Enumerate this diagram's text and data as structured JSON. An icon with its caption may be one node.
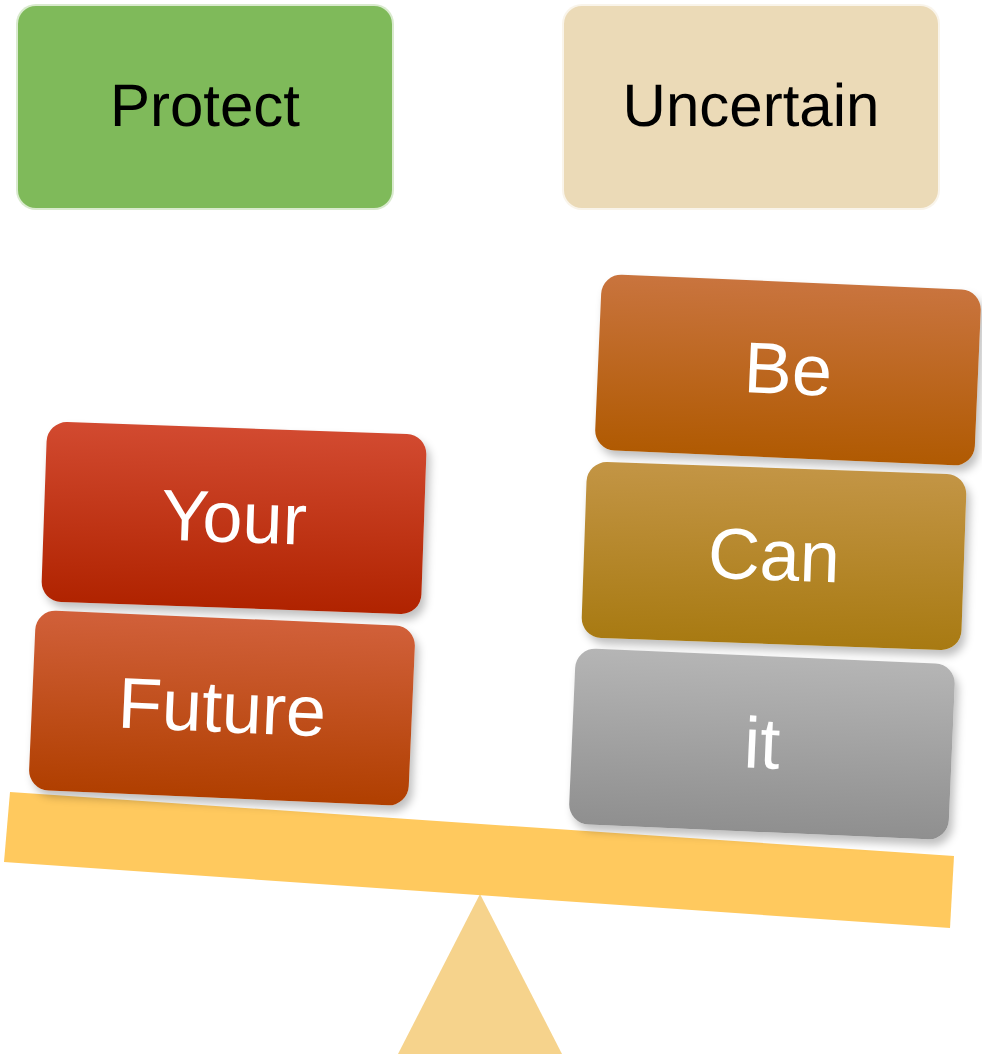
{
  "diagram": {
    "nodes": [
      {
        "text": [
          "Protect"
        ]
      },
      {
        "text": [
          "Uncertain"
        ]
      },
      {
        "text": [
          "Your"
        ]
      },
      {
        "text": [
          "Future"
        ]
      },
      {
        "text": [
          "Be"
        ]
      },
      {
        "text": [
          "Can"
        ]
      },
      {
        "text": [
          "it"
        ]
      }
    ]
  }
}
